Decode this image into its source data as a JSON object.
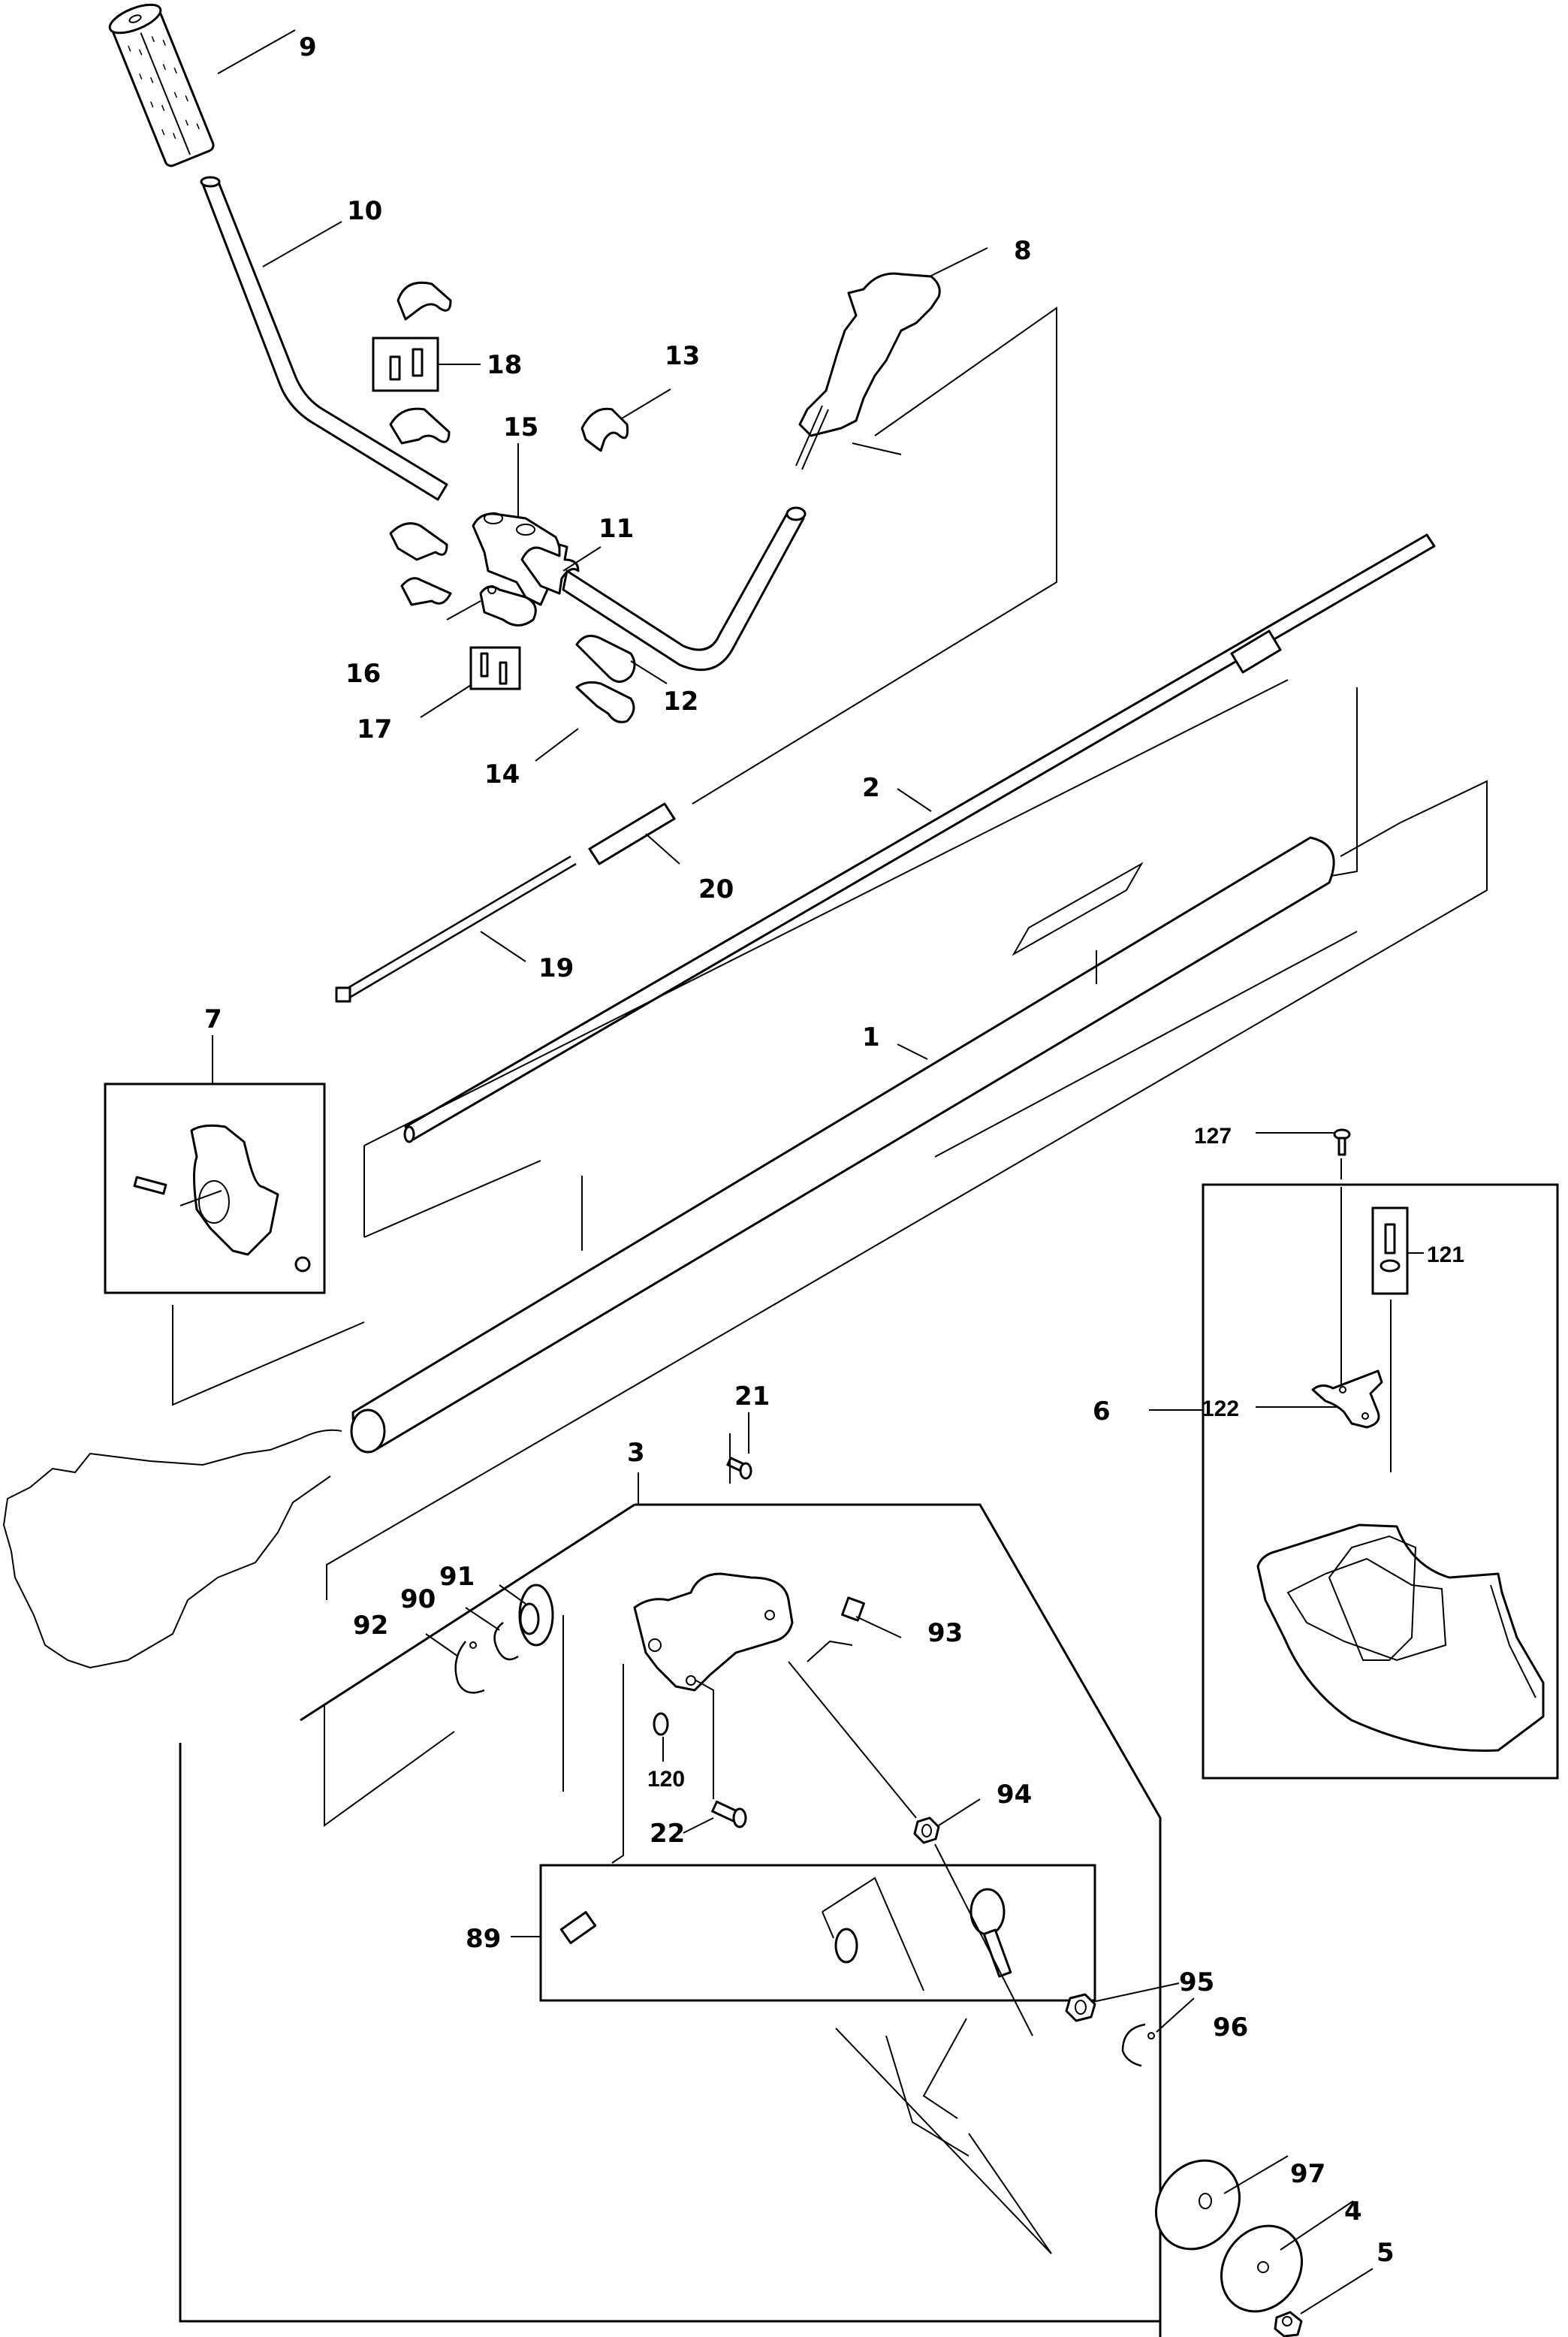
{
  "diagram": {
    "type": "exploded-parts-diagram",
    "subject": "brush cutter shaft, handle and gear head assembly",
    "line_color": "#000000",
    "background": "#ffffff",
    "callouts": [
      {
        "id": "9",
        "label": "9",
        "part": "grip"
      },
      {
        "id": "10",
        "label": "10",
        "part": "handle-bar-left"
      },
      {
        "id": "8",
        "label": "8",
        "part": "throttle-handle"
      },
      {
        "id": "13",
        "label": "13",
        "part": "clamp-half-upper"
      },
      {
        "id": "18",
        "label": "18",
        "part": "bolt-set"
      },
      {
        "id": "15",
        "label": "15",
        "part": "handle-holder"
      },
      {
        "id": "11",
        "label": "11",
        "part": "clamp-half"
      },
      {
        "id": "16",
        "label": "16",
        "part": "holder-base"
      },
      {
        "id": "17",
        "label": "17",
        "part": "screw-set"
      },
      {
        "id": "12",
        "label": "12",
        "part": "clamp-half"
      },
      {
        "id": "14",
        "label": "14",
        "part": "clamp-half-lower"
      },
      {
        "id": "2",
        "label": "2",
        "part": "drive-shaft"
      },
      {
        "id": "20",
        "label": "20",
        "part": "bushing"
      },
      {
        "id": "19",
        "label": "19",
        "part": "throttle-cable"
      },
      {
        "id": "1",
        "label": "1",
        "part": "shaft-pipe"
      },
      {
        "id": "7",
        "label": "7",
        "part": "hanger-clamp"
      },
      {
        "id": "127",
        "label": "127",
        "part": "tapping-screw"
      },
      {
        "id": "121",
        "label": "121",
        "part": "bolt-and-washer"
      },
      {
        "id": "6",
        "label": "6",
        "part": "protector-assembly"
      },
      {
        "id": "122",
        "label": "122",
        "part": "protector-holder"
      },
      {
        "id": "21",
        "label": "21",
        "part": "screw"
      },
      {
        "id": "3",
        "label": "3",
        "part": "gear-case-complete"
      },
      {
        "id": "93",
        "label": "93",
        "part": "grease-plug-bolt"
      },
      {
        "id": "91",
        "label": "91",
        "part": "ball-bearing"
      },
      {
        "id": "90",
        "label": "90",
        "part": "retaining-ring"
      },
      {
        "id": "92",
        "label": "92",
        "part": "retaining-ring"
      },
      {
        "id": "120",
        "label": "120",
        "part": "washer"
      },
      {
        "id": "22",
        "label": "22",
        "part": "hex-socket-bolt"
      },
      {
        "id": "94",
        "label": "94",
        "part": "nut"
      },
      {
        "id": "89",
        "label": "89",
        "part": "gear-set"
      },
      {
        "id": "95",
        "label": "95",
        "part": "nut"
      },
      {
        "id": "96",
        "label": "96",
        "part": "retaining-ring"
      },
      {
        "id": "97",
        "label": "97",
        "part": "receive-washer"
      },
      {
        "id": "4",
        "label": "4",
        "part": "cover-washer"
      },
      {
        "id": "5",
        "label": "5",
        "part": "lock-nut"
      }
    ]
  }
}
